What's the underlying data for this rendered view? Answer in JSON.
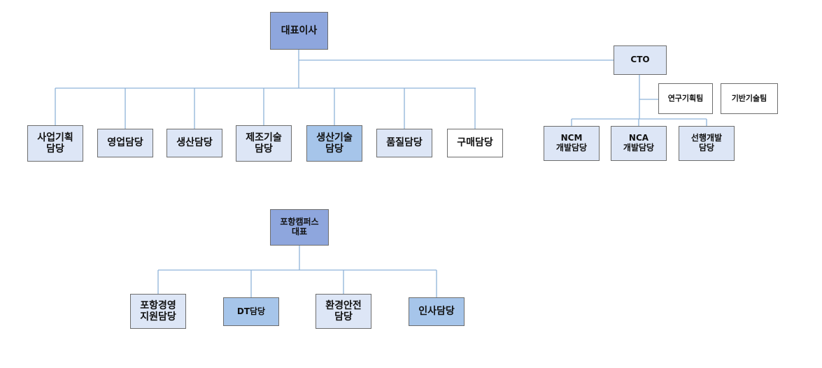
{
  "org": {
    "ceo": "대표이사",
    "cto": "CTO",
    "ceo_departments": [
      "사업기획\n담당",
      "영업담당",
      "생산담당",
      "제조기술\n담당",
      "생산기술\n담당",
      "품질담당",
      "구매담당"
    ],
    "cto_teams": [
      "연구기획팀",
      "기반기술팀"
    ],
    "cto_departments": [
      "NCM\n개발담당",
      "NCA\n개발담당",
      "선행개발\n담당"
    ],
    "pohang_head": "포항캠퍼스\n대표",
    "pohang_departments": [
      "포항경영\n지원담당",
      "DT담당",
      "환경안전\n담당",
      "인사담당"
    ]
  },
  "colors": {
    "connector": "#8fb3d9",
    "executive": "#8ea6dd",
    "light": "#dde6f6",
    "medium": "#a6c5ea",
    "border": "#6d6d6d"
  }
}
